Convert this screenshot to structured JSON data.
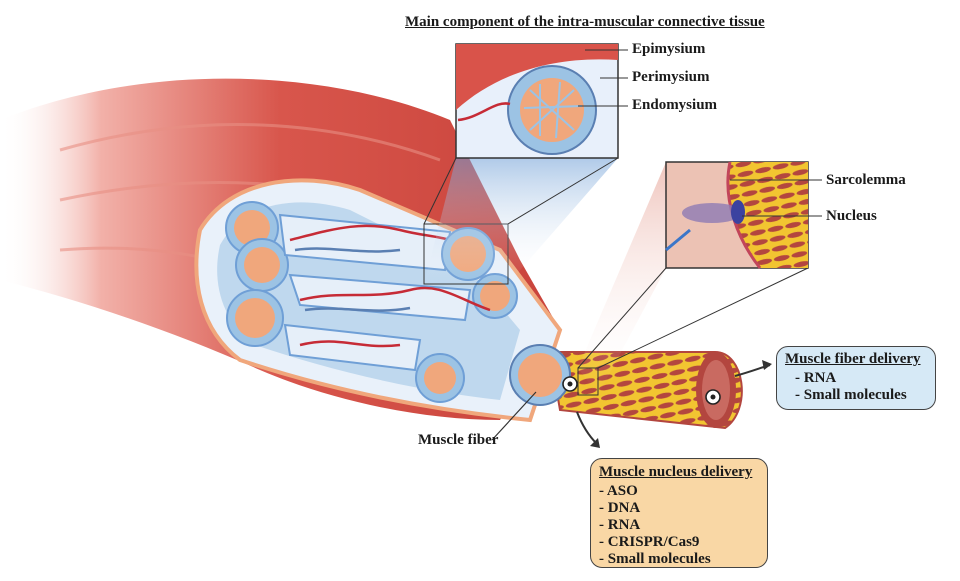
{
  "title": "Main component of the intra-muscular connective tissue",
  "tissue_labels": {
    "epimysium": "Epimysium",
    "perimysium": "Perimysium",
    "endomysium": "Endomysium"
  },
  "cell_labels": {
    "sarcolemma": "Sarcolemma",
    "nucleus": "Nucleus"
  },
  "muscle_fiber_label": "Muscle fiber",
  "fiber_delivery": {
    "heading": "Muscle fiber delivery",
    "items": [
      "- RNA",
      "- Small molecules"
    ]
  },
  "nucleus_delivery": {
    "heading": "Muscle nucleus delivery",
    "items": [
      "- ASO",
      "- DNA",
      "- RNA",
      "- CRISPR/Cas9",
      "- Small molecules"
    ]
  },
  "colors": {
    "muscle_red": "#d9534a",
    "connective_blue": "#9cc3e4",
    "fascicle_orange": "#f0a77c",
    "vessel_red": "#c62b36",
    "fiber_yellow": "#f2c531",
    "fiber_box_bg": "#d6e9f6",
    "nucleus_box_bg": "#f9d7a5"
  }
}
